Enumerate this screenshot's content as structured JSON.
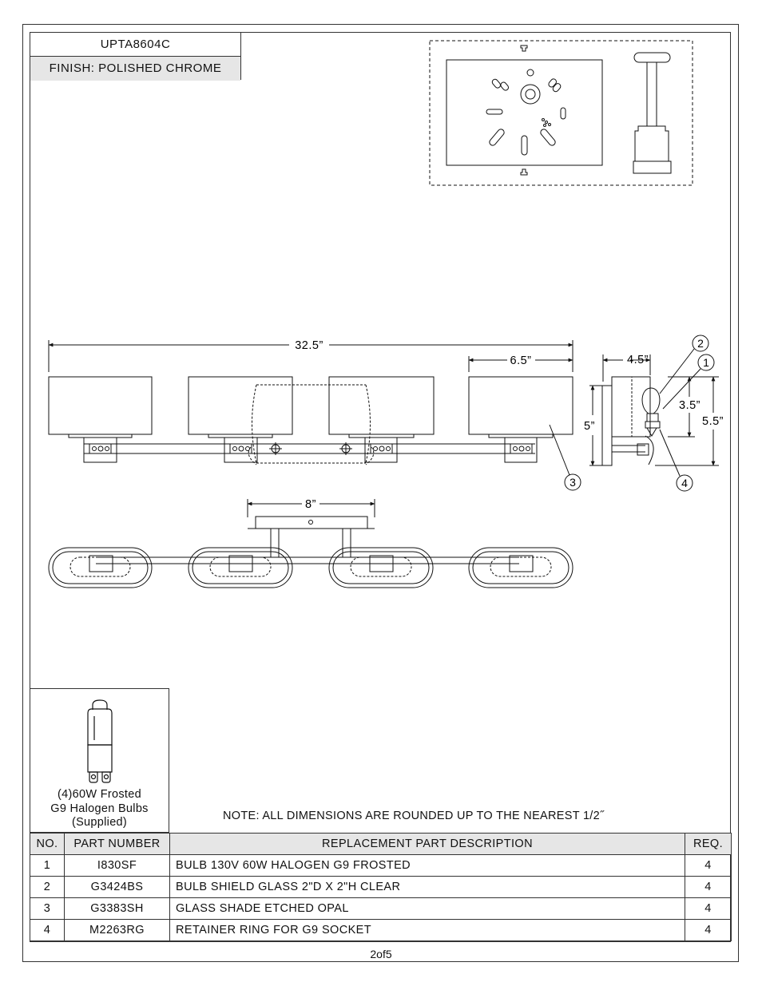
{
  "header": {
    "model": "UPTA8604C",
    "finish": "FINISH: POLISHED CHROME"
  },
  "dimensions": {
    "overall_width": "32.5”",
    "shade_width": "6.5”",
    "canopy_width": "8”",
    "side_depth": "4.5”",
    "side_height": "5”",
    "shade_height": "3.5”",
    "overall_height": "5.5”"
  },
  "callouts": [
    "1",
    "2",
    "3",
    "4"
  ],
  "bulb": {
    "caption_lines": [
      "(4)60W Frosted",
      "G9 Halogen Bulbs",
      "(Supplied)"
    ]
  },
  "note": "NOTE:  ALL DIMENSIONS ARE ROUNDED UP TO THE NEAREST  1/2˝",
  "parts_table": {
    "headers": {
      "no": "NO.",
      "part_number": "PART NUMBER",
      "description": "REPLACEMENT PART DESCRIPTION",
      "req": "REQ."
    },
    "rows": [
      {
        "no": "1",
        "part_number": "I830SF",
        "description": "BULB 130V 60W HALOGEN G9 FROSTED",
        "req": "4"
      },
      {
        "no": "2",
        "part_number": "G3424BS",
        "description": "BULB SHIELD GLASS 2\"D X 2\"H CLEAR",
        "req": "4"
      },
      {
        "no": "3",
        "part_number": "G3383SH",
        "description": "GLASS SHADE ETCHED OPAL",
        "req": "4"
      },
      {
        "no": "4",
        "part_number": "M2263RG",
        "description": "RETAINER RING FOR G9 SOCKET",
        "req": "4"
      }
    ]
  },
  "footer": {
    "page": "2of5"
  }
}
